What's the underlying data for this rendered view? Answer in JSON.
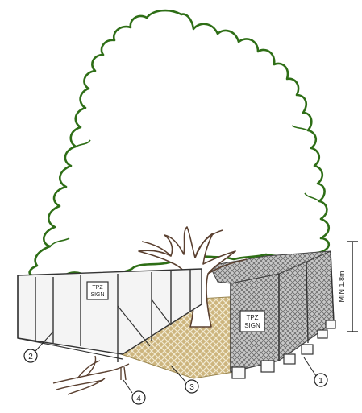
{
  "diagram": {
    "signs": [
      {
        "line1": "TPZ",
        "line2": "SIGN"
      },
      {
        "line1": "TPZ",
        "line2": "SIGN"
      }
    ],
    "callouts": [
      "1",
      "2",
      "3",
      "4"
    ],
    "dimension_label": "MIN 1.8m",
    "colors": {
      "canopy_outline": "#2e6e16",
      "trunk": "#5a4030",
      "mulch": "#c9b27a",
      "mesh": "#8a8a8a",
      "panel": "#f4f4f4"
    }
  }
}
